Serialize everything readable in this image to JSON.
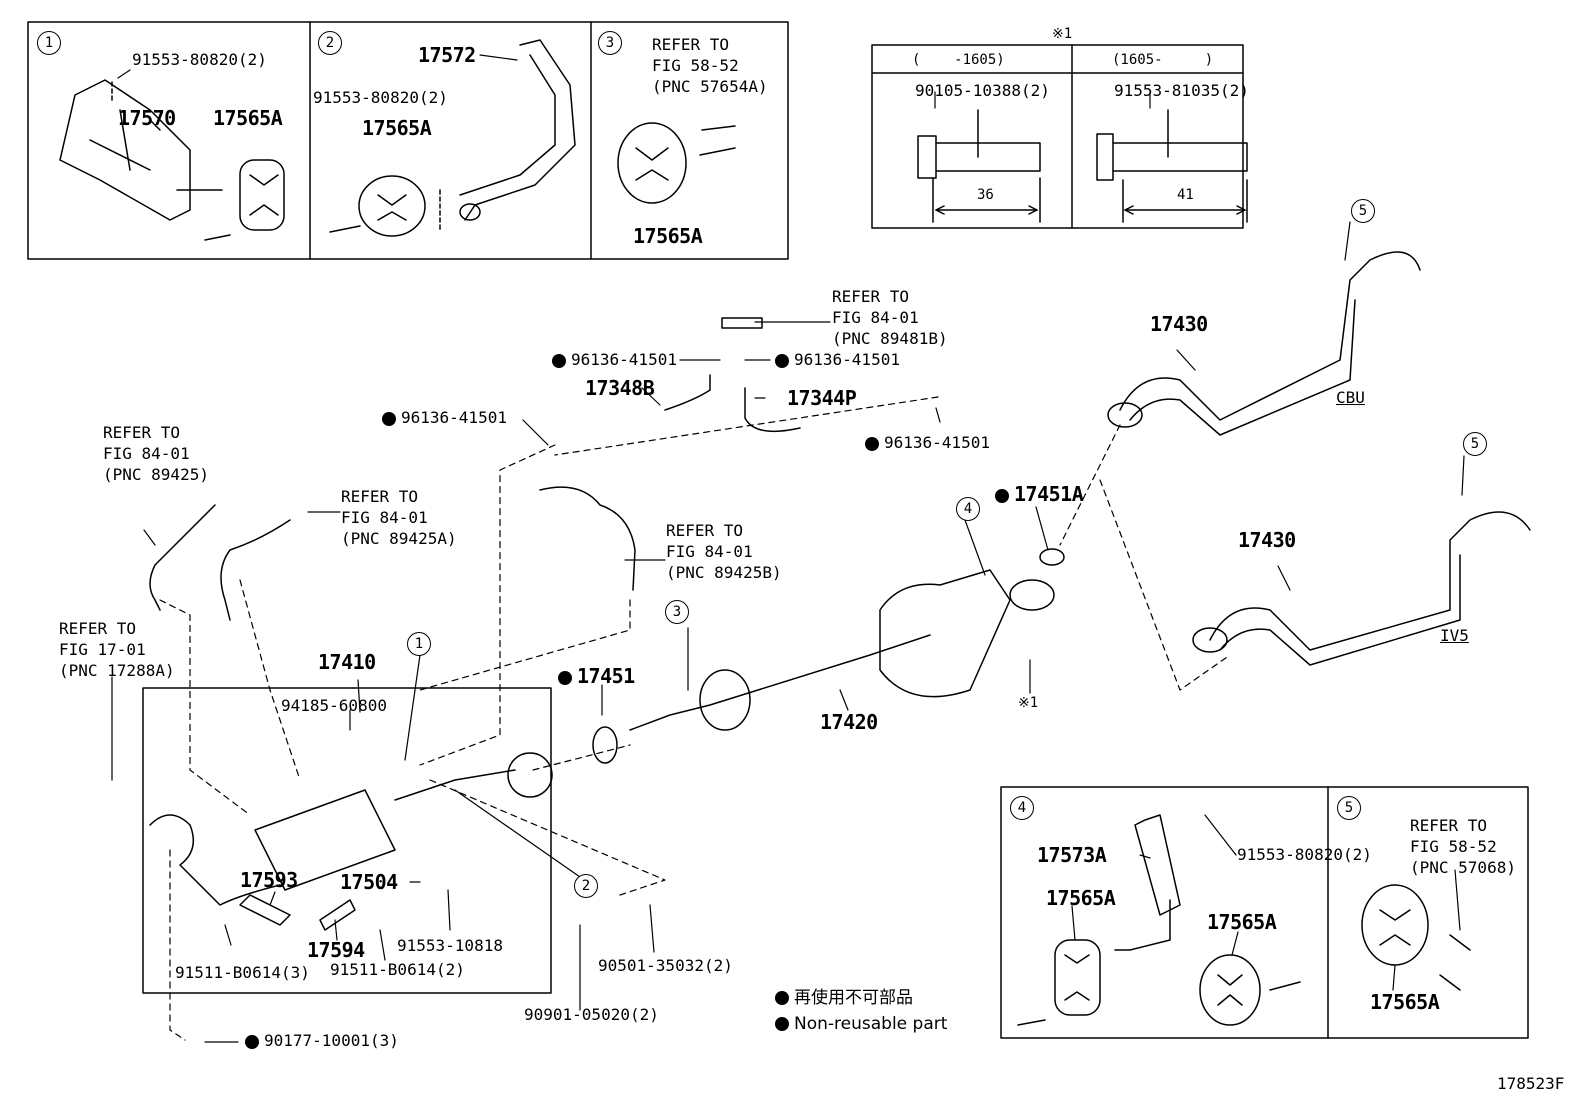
{
  "inset_top": {
    "p1": {
      "num": "1",
      "bolt": "91553-80820(2)",
      "bracket": "17570",
      "insulator": "17565A"
    },
    "p2": {
      "num": "2",
      "hanger": "17572",
      "bolt": "91553-80820(2)",
      "insulator": "17565A"
    },
    "p3": {
      "num": "3",
      "refer": "REFER TO\nFIG 58-52\n(PNC 57654A)",
      "insulator": "17565A"
    }
  },
  "bolt_table": {
    "note": "※1",
    "col1_head": "(    -1605)",
    "col2_head": "(1605-     )",
    "col1_part": "90105-10388(2)",
    "col2_part": "91553-81035(2)",
    "col1_len": "36",
    "col2_len": "41"
  },
  "labels": {
    "refer_89481b": "REFER TO\nFIG 84-01\n(PNC 89481B)",
    "clip_a": "96136-41501",
    "clip_b": "96136-41501",
    "clip_c": "96136-41501",
    "clip_d": "96136-41501",
    "hose_b": "17348B",
    "hose_p": "17344P",
    "tail_cbu": "17430",
    "cbu": "CBU",
    "tail_iv5": "17430",
    "iv5": "IV5",
    "num5_a": "5",
    "num5_b": "5",
    "num4": "4",
    "num3": "3",
    "num1": "1",
    "num2": "2",
    "gasket_a": "17451A",
    "gasket": "17451",
    "note_x1": "※1",
    "refer_89425": "REFER TO\nFIG 84-01\n(PNC 89425)",
    "refer_89425a": "REFER TO\nFIG 84-01\n(PNC 89425A)",
    "refer_89425b": "REFER TO\nFIG 84-01\n(PNC 89425B)",
    "refer_17288a": "REFER TO\nFIG 17-01\n(PNC 17288A)",
    "front_pipe": "17410",
    "nut": "94185-60800",
    "center_pipe": "17420",
    "ins_17593": "17593",
    "ins_17504": "17504",
    "ins_17594": "17594",
    "bolt_b0614_3": "91511-B0614(3)",
    "bolt_b0614_2": "91511-B0614(2)",
    "bolt_10818": "91553-10818",
    "spring": "90501-35032(2)",
    "stud": "90901-05020(2)",
    "nut_10001": "90177-10001(3)"
  },
  "legend": {
    "jp": "再使用不可部品",
    "en": "Non-reusable part"
  },
  "inset_bottom": {
    "p4": {
      "num": "4",
      "hanger": "17573A",
      "bolt": "91553-80820(2)",
      "ins_left": "17565A",
      "ins_right": "17565A"
    },
    "p5": {
      "num": "5",
      "refer": "REFER TO\nFIG 58-52\n(PNC 57068)",
      "insulator": "17565A"
    }
  },
  "figure_id": "178523F"
}
